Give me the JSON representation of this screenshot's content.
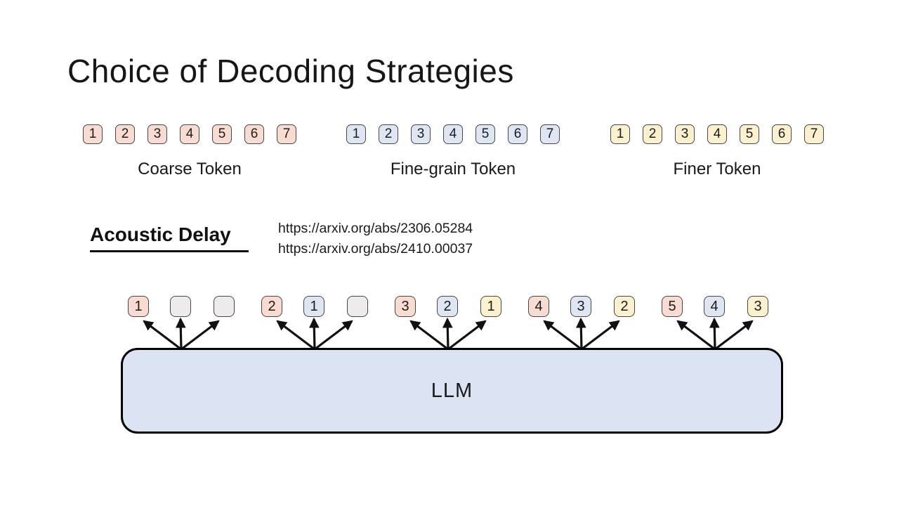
{
  "title": "Choice of Decoding Strategies",
  "colors": {
    "coarse": "#f8dcd2",
    "fine": "#dee5f3",
    "finer": "#fcf1cf",
    "empty": "#edebeb",
    "llm_fill": "#dce4f4",
    "box_border": "#474747",
    "arrow": "#111111"
  },
  "token_rows": [
    {
      "label": "Coarse Token",
      "type": "coarse",
      "values": [
        "1",
        "2",
        "3",
        "4",
        "5",
        "6",
        "7"
      ]
    },
    {
      "label": "Fine-grain Token",
      "type": "fine",
      "values": [
        "1",
        "2",
        "3",
        "4",
        "5",
        "6",
        "7"
      ]
    },
    {
      "label": "Finer Token",
      "type": "finer",
      "values": [
        "1",
        "2",
        "3",
        "4",
        "5",
        "6",
        "7"
      ]
    }
  ],
  "acoustic_delay": {
    "heading": "Acoustic Delay",
    "links": [
      "https://arxiv.org/abs/2306.05284",
      "https://arxiv.org/abs/2410.00037"
    ]
  },
  "llm": {
    "label": "LLM"
  },
  "delay_groups": [
    [
      {
        "value": "1",
        "type": "coarse"
      },
      {
        "value": "",
        "type": "empty"
      },
      {
        "value": "",
        "type": "empty"
      }
    ],
    [
      {
        "value": "2",
        "type": "coarse"
      },
      {
        "value": "1",
        "type": "fine"
      },
      {
        "value": "",
        "type": "empty"
      }
    ],
    [
      {
        "value": "3",
        "type": "coarse"
      },
      {
        "value": "2",
        "type": "fine"
      },
      {
        "value": "1",
        "type": "finer"
      }
    ],
    [
      {
        "value": "4",
        "type": "coarse"
      },
      {
        "value": "3",
        "type": "fine"
      },
      {
        "value": "2",
        "type": "finer"
      }
    ],
    [
      {
        "value": "5",
        "type": "coarse"
      },
      {
        "value": "4",
        "type": "fine"
      },
      {
        "value": "3",
        "type": "finer"
      }
    ]
  ]
}
